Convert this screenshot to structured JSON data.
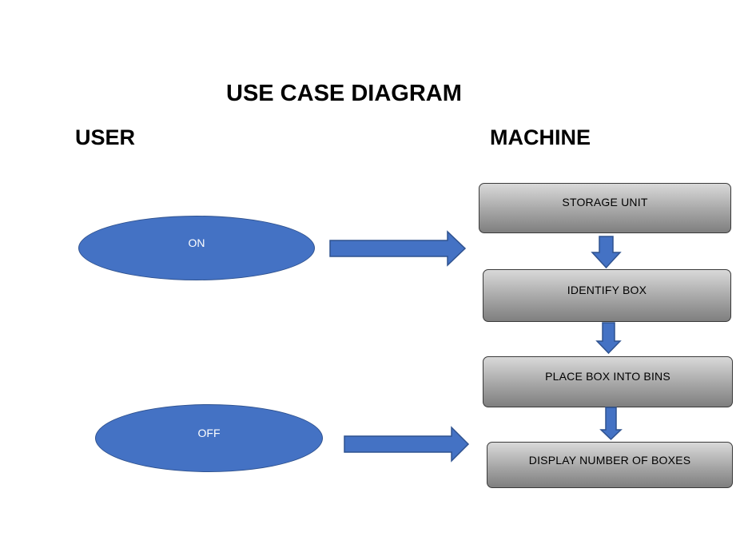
{
  "diagram": {
    "title": "USE CASE DIAGRAM",
    "actors": {
      "user": "USER",
      "machine": "MACHINE"
    },
    "use_cases": {
      "on": "ON",
      "off": "OFF"
    },
    "process_steps": {
      "storage_unit": "STORAGE UNIT",
      "identify_box": "IDENTIFY BOX",
      "place_box": "PLACE BOX INTO BINS",
      "display_count": "DISPLAY NUMBER OF BOXES"
    },
    "colors": {
      "ellipse_fill": "#4472c4",
      "ellipse_stroke": "#2f528f",
      "arrow_fill": "#4472c4",
      "arrow_stroke": "#2f528f",
      "box_gradient_top": "#d9d9d9",
      "box_gradient_bottom": "#7f7f7f"
    }
  }
}
